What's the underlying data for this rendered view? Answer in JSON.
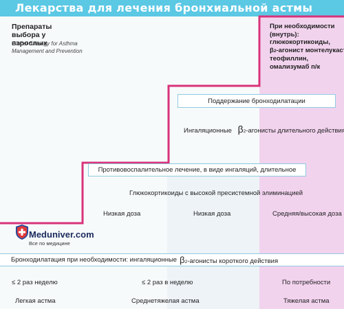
{
  "header": {
    "title": "Лекарства для лечения бронхиальной астмы"
  },
  "source": {
    "title": "Препараты выбора у взрослых",
    "subtitle": "Global Strategy for Asthma Management and Prevention"
  },
  "steps": {
    "severe_note": {
      "line1": "При необходимости",
      "line2": "(внутрь):",
      "line3": "глюкокортикоиды,",
      "line4_pre": "β",
      "line4_sub": "2",
      "line4_post": "-агонист монтелукаст,",
      "line5": "теофиллин,",
      "line6": "омализумаб п/к"
    },
    "maintenance_box": "Поддержание бронходилатации",
    "laba_pre": "Ингаляционные",
    "laba_beta": "β",
    "laba_sub": "2",
    "laba_post": "-агонисты длительного действия",
    "anti_inflammatory_box": "Противовоспалительное лечение, в виде ингаляций, длительное",
    "ics": "Глюкокортикоиды с высокой пресистемной элиминацией",
    "doses": [
      "Низкая доза",
      "Низкая доза",
      "Средняя/высокая доза"
    ],
    "saba_box_pre": "Бронходилатация при необходимости: ингаляционные",
    "saba_beta": "β",
    "saba_sub": "2",
    "saba_box_post": "-агонисты короткого действия",
    "frequency": [
      "≤ 2 раз неделю",
      "≤ 2 раз в неделю",
      "По потребности"
    ],
    "severity": [
      "Легкая астма",
      "Среднетяжелая астма",
      "Тяжелая астма"
    ]
  },
  "logo": {
    "name": "Meduniver.com",
    "tagline": "Все по медицине"
  },
  "colors": {
    "banner": "#5bc8e4",
    "staircase_line": "#d9337a",
    "severe_zone": "#f2d3ee",
    "box_border": "#8fcbe0"
  }
}
